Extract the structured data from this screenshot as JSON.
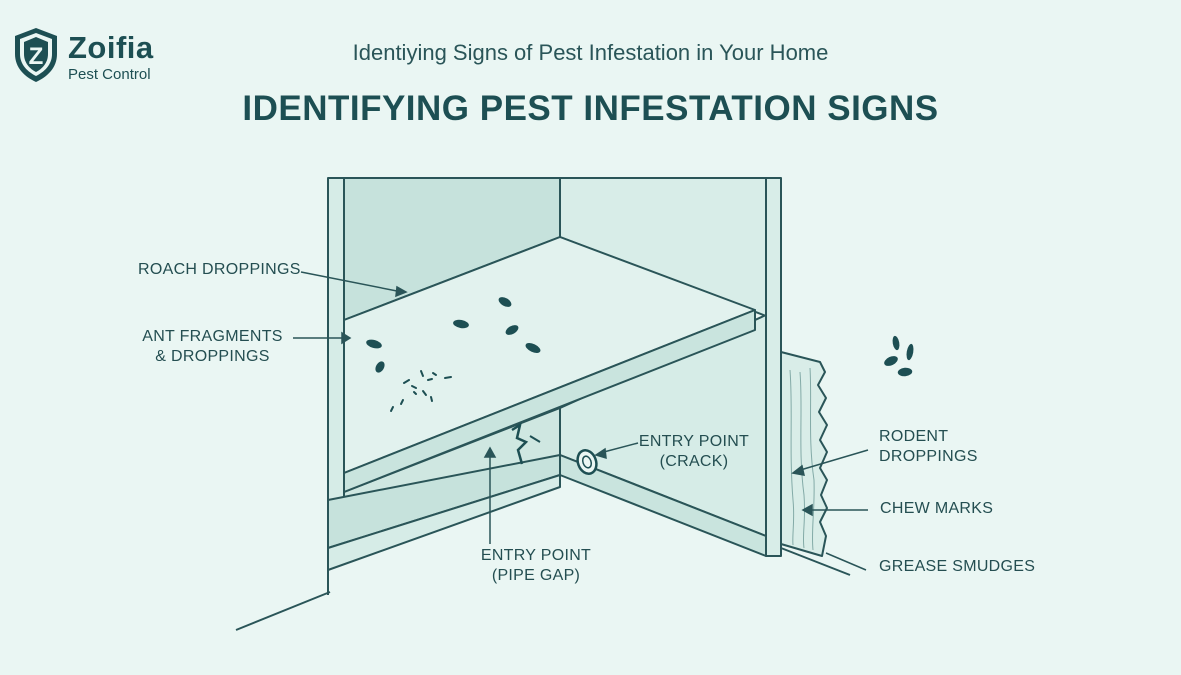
{
  "brand": {
    "logo_letter": "Z",
    "name": "Zoifia",
    "tagline": "Pest Control"
  },
  "header": {
    "subtitle": "Identiying Signs of Pest Infestation in Your Home",
    "title": "IDENTIFYING PEST INFESTATION SIGNS"
  },
  "callouts": {
    "roach_droppings": "ROACH DROPPINGS",
    "ant_fragments_line1": "ANT FRAGMENTS",
    "ant_fragments_line2": "& DROPPINGS",
    "entry_crack_line1": "ENTRY POINT",
    "entry_crack_line2": "(CRACK)",
    "entry_pipe_line1": "ENTRY POINT",
    "entry_pipe_line2": "(PIPE GAP)",
    "rodent_line1": "RODENT",
    "rodent_line2": "DROPPINGS",
    "chew_marks": "CHEW MARKS",
    "grease_smudges": "GREASE SMUDGES"
  },
  "colors": {
    "background": "#eaf6f3",
    "ink": "#1f4d4f",
    "panel_dark": "#c9e4de",
    "panel_light": "#dff0ec"
  }
}
